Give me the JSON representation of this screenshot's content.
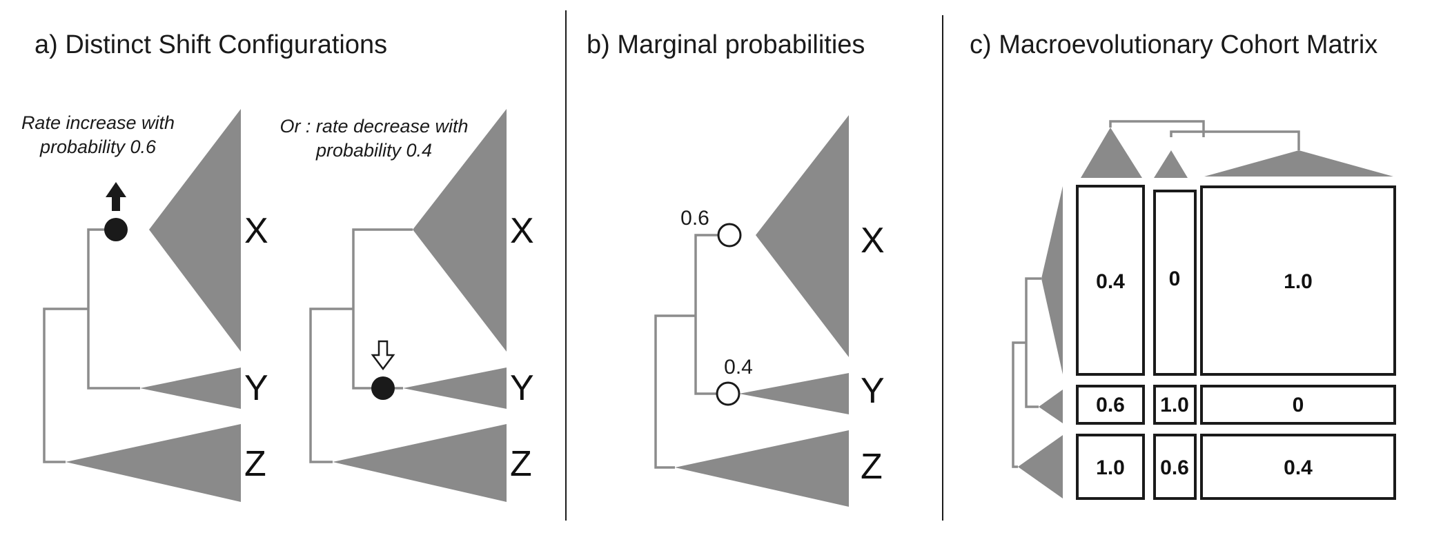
{
  "panels": {
    "a": {
      "title": "a) Distinct Shift Configurations",
      "caption_increase": [
        "Rate increase with",
        "probability 0.6"
      ],
      "caption_decrease": [
        "Or : rate decrease with",
        "probability 0.4"
      ],
      "tips": [
        "X",
        "Y",
        "Z"
      ],
      "icons": [
        "up-arrow-icon",
        "down-arrow-icon"
      ]
    },
    "b": {
      "title": "b) Marginal probabilities",
      "node_probabilities": [
        "0.6",
        "0.4"
      ],
      "tips": [
        "X",
        "Y",
        "Z"
      ]
    },
    "c": {
      "title": "c) Macroevolutionary Cohort Matrix",
      "matrix": [
        [
          "0.4",
          "0",
          "1.0"
        ],
        [
          "0.6",
          "1.0",
          "0"
        ],
        [
          "1.0",
          "0.6",
          "0.4"
        ]
      ]
    }
  },
  "colors": {
    "clade": "#8a8a8a",
    "branch": "#8c8c8c",
    "ink": "#1a1a1a"
  }
}
